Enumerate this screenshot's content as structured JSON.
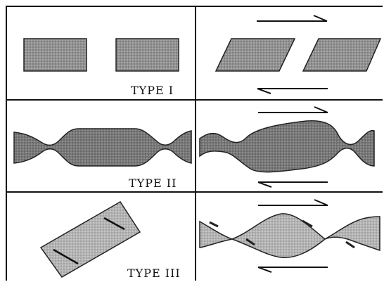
{
  "figure": {
    "rows": [
      {
        "label": "TYPE  I"
      },
      {
        "label": "TYPE  II"
      },
      {
        "label": "TYPE  III"
      }
    ]
  }
}
